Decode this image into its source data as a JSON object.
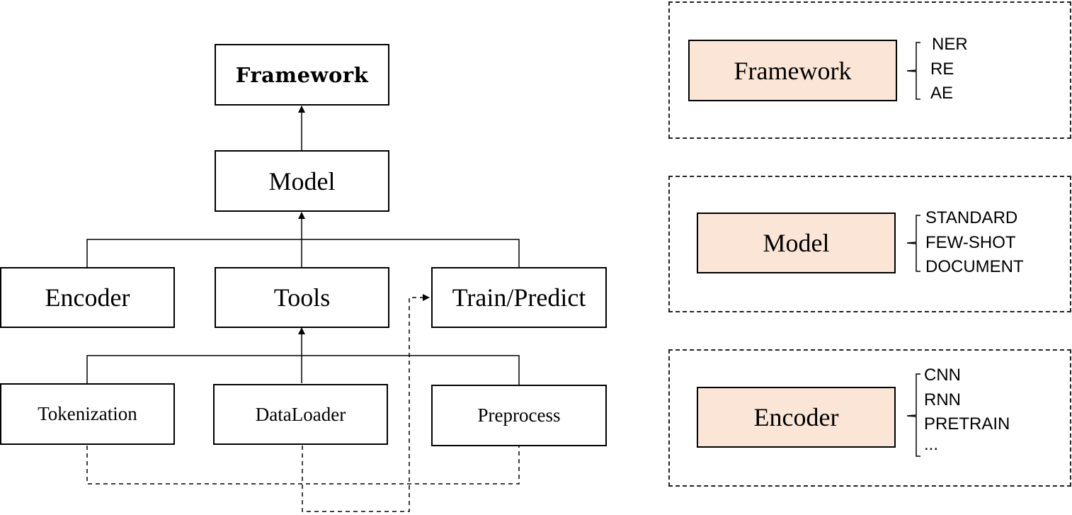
{
  "tree": {
    "framework": "Framework",
    "model": "Model",
    "encoder": "Encoder",
    "tools": "Tools",
    "train_predict": "Train/Predict",
    "tokenization": "Tokenization",
    "dataloader": "DataLoader",
    "preprocess": "Preprocess"
  },
  "panels": [
    {
      "label": "Framework",
      "options": [
        "NER",
        "RE",
        "AE"
      ]
    },
    {
      "label": "Model",
      "options": [
        "STANDARD",
        "FEW-SHOT",
        "DOCUMENT"
      ]
    },
    {
      "label": "Encoder",
      "options": [
        "CNN",
        "RNN",
        "PRETRAIN",
        "..."
      ]
    }
  ],
  "colors": {
    "panel_fill": "#fbe5d6",
    "line": "#000000"
  }
}
